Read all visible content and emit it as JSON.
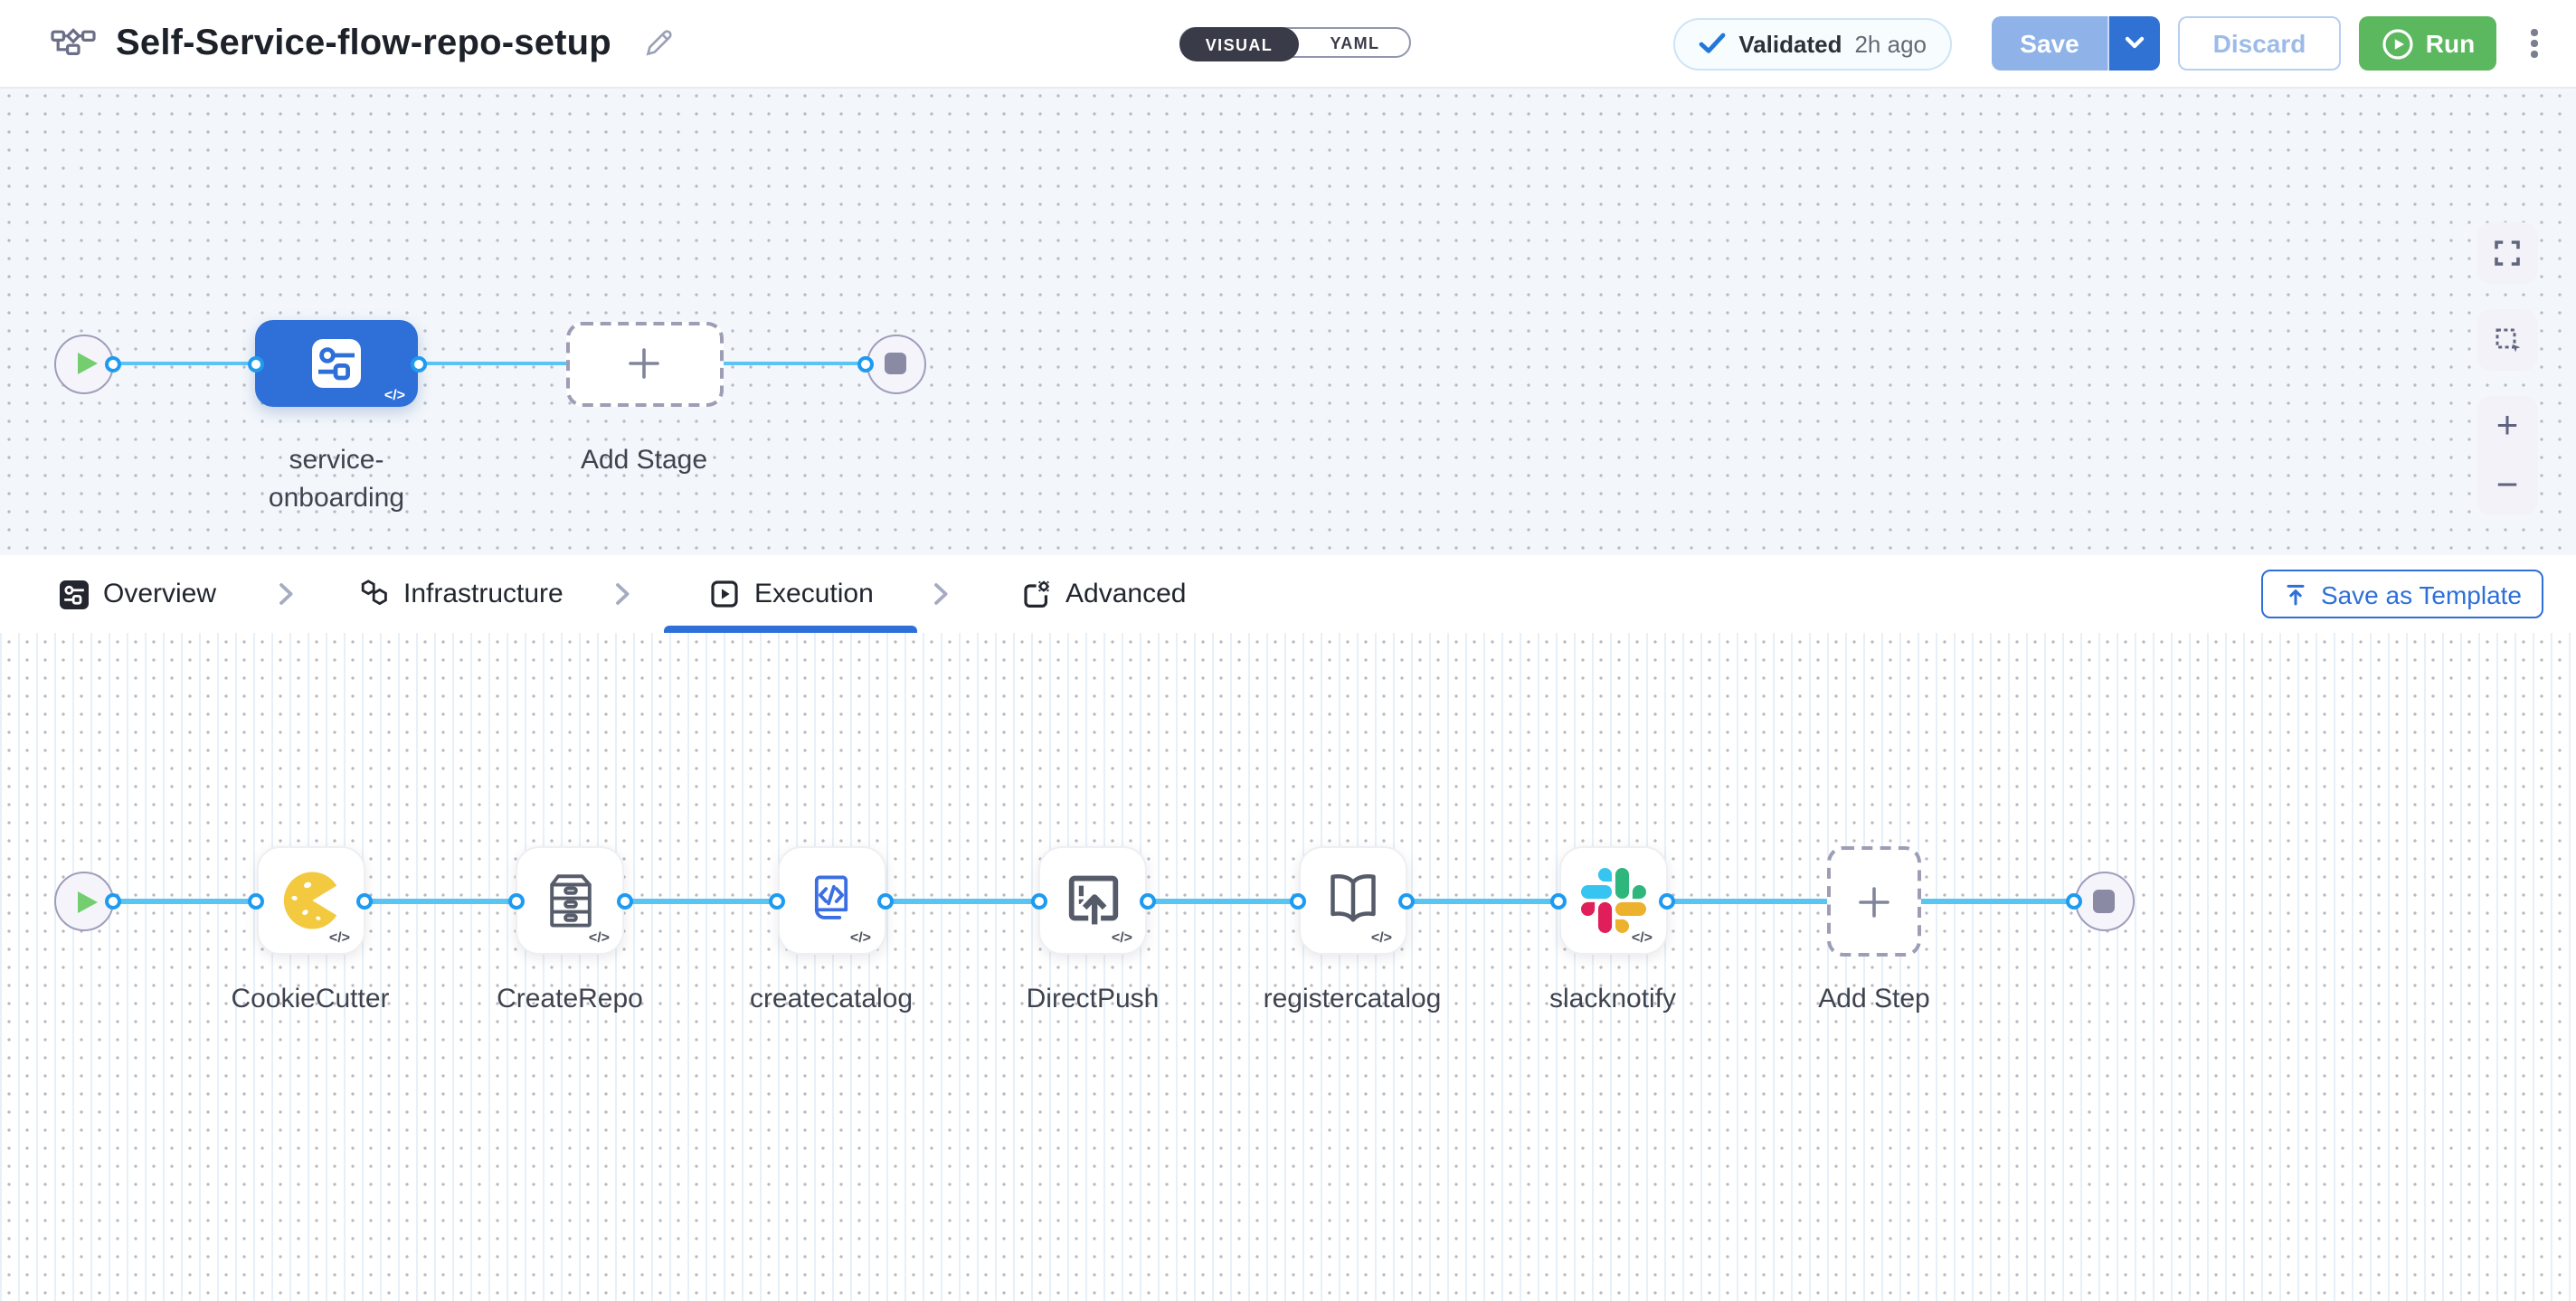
{
  "header": {
    "flow_icon": "flowchart-icon",
    "title": "Self-Service-flow-repo-setup",
    "edit_icon": "pencil-icon",
    "mode_toggle": {
      "visual_label": "VISUAL",
      "yaml_label": "YAML",
      "selected": "VISUAL"
    },
    "validation_badge": {
      "icon": "check-icon",
      "label": "Validated",
      "time": "2h ago"
    },
    "save_button": {
      "label": "Save",
      "dropdown_icon": "chevron-down-icon"
    },
    "discard_button": {
      "label": "Discard"
    },
    "run_button": {
      "label": "Run",
      "icon": "play-circle-icon"
    },
    "more_menu_icon": "kebab-menu-icon"
  },
  "stage_pipeline": {
    "start_icon": "play-triangle-icon",
    "end_icon": "stop-square-icon",
    "stage": {
      "icon": "stage-icon",
      "label_line1": "service-",
      "label_line2": "onboarding"
    },
    "add_stage": {
      "icon": "plus-icon",
      "label": "Add Stage"
    },
    "code_glyph": "</>"
  },
  "canvas_controls": {
    "fullscreen_icon": "fullscreen-icon",
    "select_icon": "marquee-select-icon",
    "zoom_in": "+",
    "zoom_out": "−"
  },
  "tabs": {
    "items": [
      {
        "label": "Overview",
        "icon": "stage-overview-icon",
        "active": false
      },
      {
        "label": "Infrastructure",
        "icon": "hexagons-icon",
        "active": false
      },
      {
        "label": "Execution",
        "icon": "play-square-icon",
        "active": true
      },
      {
        "label": "Advanced",
        "icon": "gear-square-icon",
        "active": false
      }
    ],
    "separator_icon": "chevron-right-icon",
    "save_as_template": {
      "icon": "upload-icon",
      "label": "Save as Template"
    }
  },
  "execution_pipeline": {
    "steps": [
      {
        "label": "CookieCutter",
        "icon": "cookie-icon"
      },
      {
        "label": "CreateRepo",
        "icon": "drawer-cabinet-icon"
      },
      {
        "label": "createcatalog",
        "icon": "code-document-icon"
      },
      {
        "label": "DirectPush",
        "icon": "push-window-icon"
      },
      {
        "label": "registercatalog",
        "icon": "open-book-icon"
      },
      {
        "label": "slacknotify",
        "icon": "slack-icon"
      }
    ],
    "add_step": {
      "icon": "plus-icon",
      "label": "Add Step"
    },
    "code_glyph": "</>"
  },
  "colors": {
    "accent_blue": "#2e6fd8",
    "flow_line_blue": "#5ac4f3",
    "port_blue": "#1e9bf0",
    "run_green": "#5cb85f",
    "validated_check": "#2277d8",
    "canvas_top_bg": "#f3f7fb",
    "cookie_yellow": "#F3C93F",
    "slack_palette": [
      "#36C5F0",
      "#2EB67D",
      "#ECB22E",
      "#E01E5A"
    ]
  }
}
